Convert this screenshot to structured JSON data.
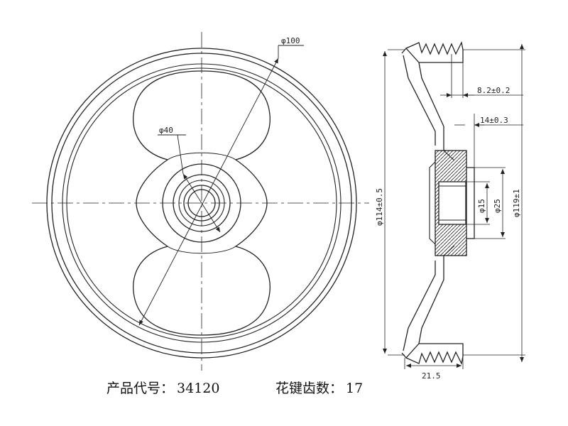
{
  "dimensions": {
    "front_outer": "φ100",
    "front_hub": "φ40",
    "rib_pitch": "8.2±0.2",
    "hub_offset": "14±0.3",
    "bore": "φ15",
    "hub_dia": "φ25",
    "root_dia": "φ114±0.5",
    "outer_dia": "φ119±1",
    "width": "21.5"
  },
  "caption": {
    "product_code_label": "产品代号：",
    "product_code": "34120",
    "teeth_label": "花键齿数：",
    "teeth_count": "17"
  }
}
